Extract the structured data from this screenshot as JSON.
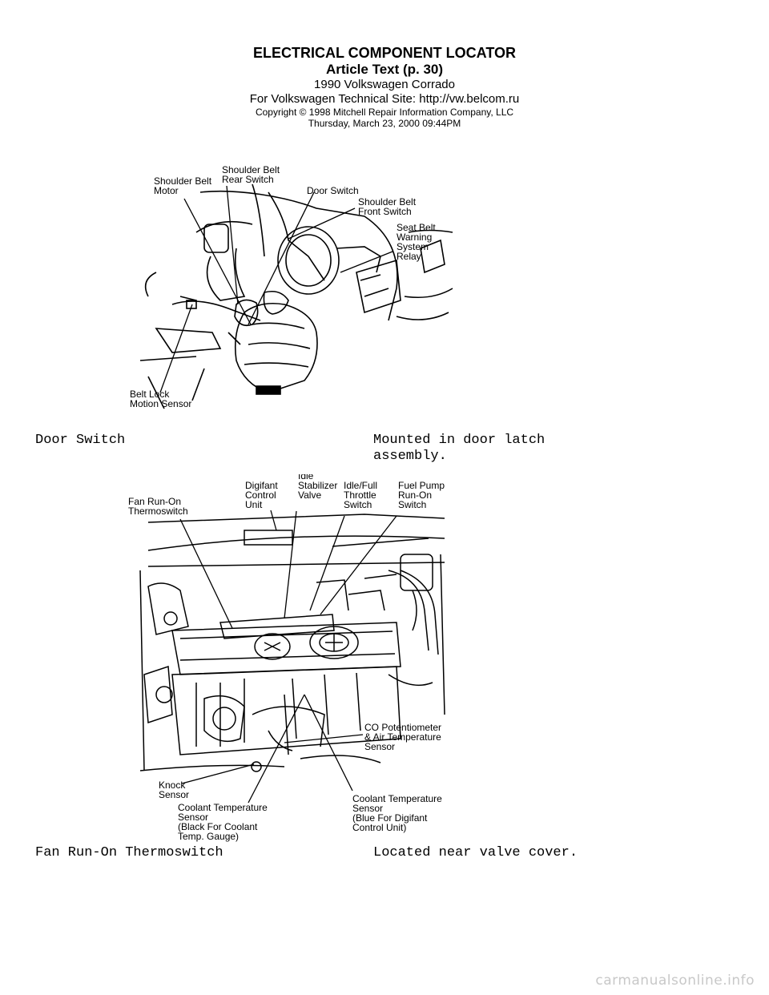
{
  "header": {
    "title": "ELECTRICAL COMPONENT LOCATOR",
    "subtitle": "Article Text (p. 30)",
    "vehicle": "1990 Volkswagen Corrado",
    "site": "For Volkswagen Technical Site:  http://vw.belcom.ru",
    "copyright": "Copyright © 1998 Mitchell Repair Information Company, LLC",
    "date": "Thursday, March 23, 2000  09:44PM"
  },
  "figure1": {
    "labels": {
      "shoulder_belt_motor_1": "Shoulder Belt",
      "shoulder_belt_motor_2": "Motor",
      "shoulder_belt_rear_1": "Shoulder Belt",
      "shoulder_belt_rear_2": "Rear Switch",
      "door_switch": "Door Switch",
      "shoulder_belt_front_1": "Shoulder Belt",
      "shoulder_belt_front_2": "Front Switch",
      "seat_belt_relay_1": "Seat Belt",
      "seat_belt_relay_2": "Warning",
      "seat_belt_relay_3": "System",
      "seat_belt_relay_4": "Relay",
      "belt_lock_1": "Belt Lock",
      "belt_lock_2": "Motion Sensor"
    }
  },
  "entry1": {
    "component": "Door Switch",
    "location_line1": "Mounted in door latch",
    "location_line2": "assembly."
  },
  "figure2": {
    "labels": {
      "fan_runon_1": "Fan Run-On",
      "fan_runon_2": "Thermoswitch",
      "digifant_1": "Digifant",
      "digifant_2": "Control",
      "digifant_3": "Unit",
      "idle_stab_1": "Idle",
      "idle_stab_2": "Stabilizer",
      "idle_stab_3": "Valve",
      "idle_full_1": "Idle/Full",
      "idle_full_2": "Throttle",
      "idle_full_3": "Switch",
      "fuel_pump_1": "Fuel Pump",
      "fuel_pump_2": "Run-On",
      "fuel_pump_3": "Switch",
      "co_pot_1": "CO Potentiometer",
      "co_pot_2": "& Air Temperature",
      "co_pot_3": "Sensor",
      "knock_1": "Knock",
      "knock_2": "Sensor",
      "coolant_black_1": "Coolant Temperature",
      "coolant_black_2": "Sensor",
      "coolant_black_3": "(Black For Coolant",
      "coolant_black_4": "Temp. Gauge)",
      "coolant_blue_1": "Coolant Temperature",
      "coolant_blue_2": "Sensor",
      "coolant_blue_3": "(Blue For Digifant",
      "coolant_blue_4": "Control Unit)"
    }
  },
  "entry2": {
    "component": "Fan Run-On Thermoswitch",
    "location": "Located near valve cover."
  },
  "watermark": "carmanualsonline.info"
}
